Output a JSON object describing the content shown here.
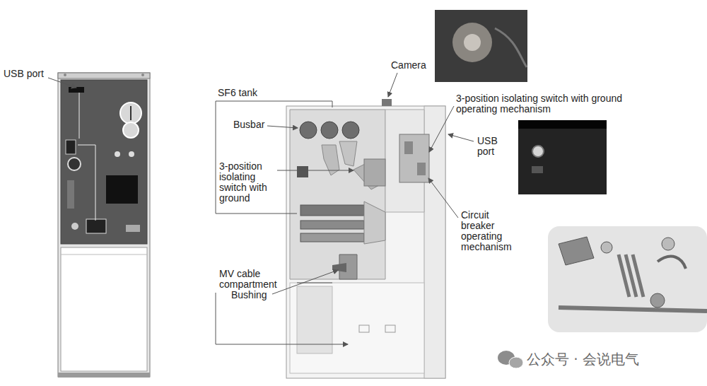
{
  "diagram": {
    "labels": [
      "USB port",
      "Camera",
      "SF6 tank",
      "Busbar",
      "3-position isolating switch with ground",
      "MV cable compartment",
      "Bushing",
      "3-position isolating switch with ground operating mechanism",
      "USB port",
      "Circuit breaker operating mechanism",
      "公众号 · 会说电气"
    ]
  }
}
